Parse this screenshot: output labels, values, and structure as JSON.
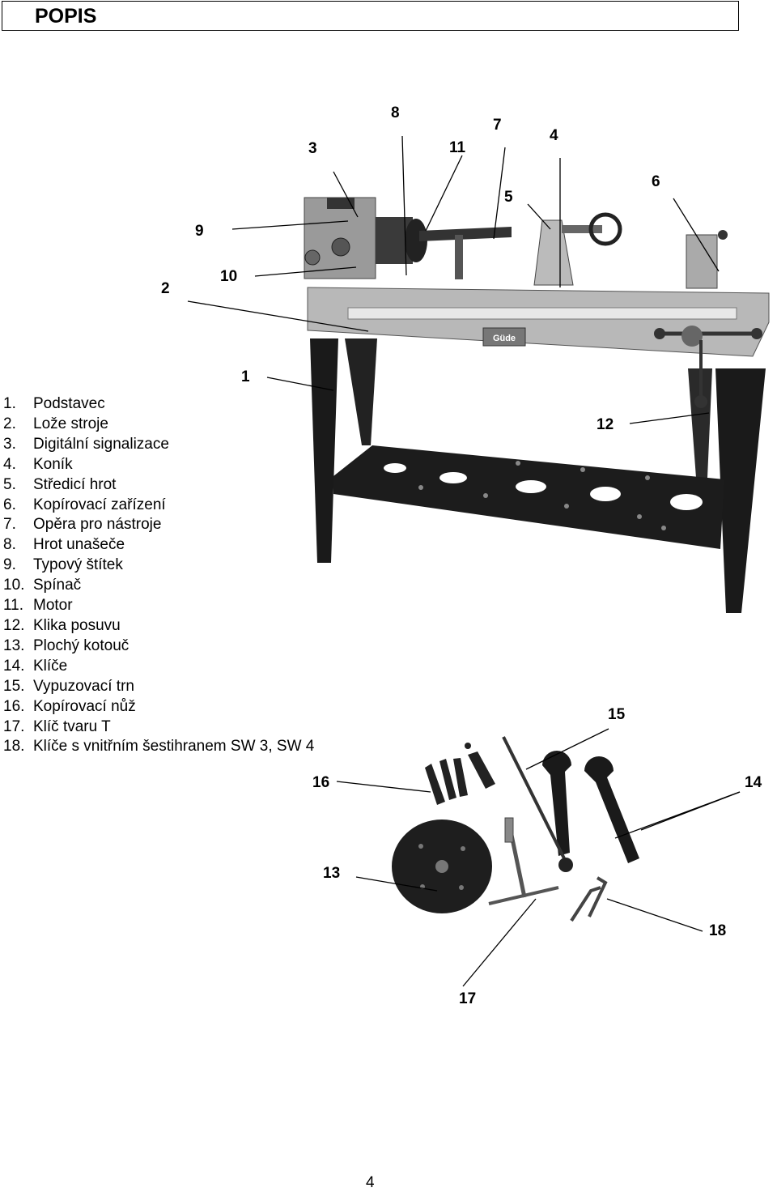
{
  "header": {
    "title": "POPIS"
  },
  "callouts": {
    "c1": "1",
    "c2": "2",
    "c3": "3",
    "c4": "4",
    "c5": "5",
    "c6": "6",
    "c7": "7",
    "c8": "8",
    "c9": "9",
    "c10": "10",
    "c11": "11",
    "c12": "12",
    "c13": "13",
    "c14": "14",
    "c15": "15",
    "c16": "16",
    "c17": "17",
    "c18": "18"
  },
  "parts": [
    {
      "num": "1.",
      "label": "Podstavec"
    },
    {
      "num": "2.",
      "label": "Lože stroje"
    },
    {
      "num": "3.",
      "label": "Digitální signalizace"
    },
    {
      "num": "4.",
      "label": "Koník"
    },
    {
      "num": "5.",
      "label": "Středicí hrot"
    },
    {
      "num": "6.",
      "label": "Kopírovací zařízení"
    },
    {
      "num": "7.",
      "label": "Opěra pro nástroje"
    },
    {
      "num": "8.",
      "label": "Hrot unašeče"
    },
    {
      "num": "9.",
      "label": "Typový štítek"
    },
    {
      "num": "10.",
      "label": "Spínač"
    },
    {
      "num": "11.",
      "label": "Motor"
    },
    {
      "num": "12.",
      "label": "Klika posuvu"
    },
    {
      "num": "13.",
      "label": "Plochý kotouč"
    },
    {
      "num": "14.",
      "label": "Klíče"
    },
    {
      "num": "15.",
      "label": "Vypuzovací trn"
    },
    {
      "num": "16.",
      "label": "Kopírovací nůž"
    },
    {
      "num": "17.",
      "label": "Klíč tvaru T"
    },
    {
      "num": "18.",
      "label": "Klíče s vnitřním šestihranem SW 3, SW 4"
    }
  ],
  "nameplate_logo": "Güde",
  "page": {
    "number": "4"
  }
}
